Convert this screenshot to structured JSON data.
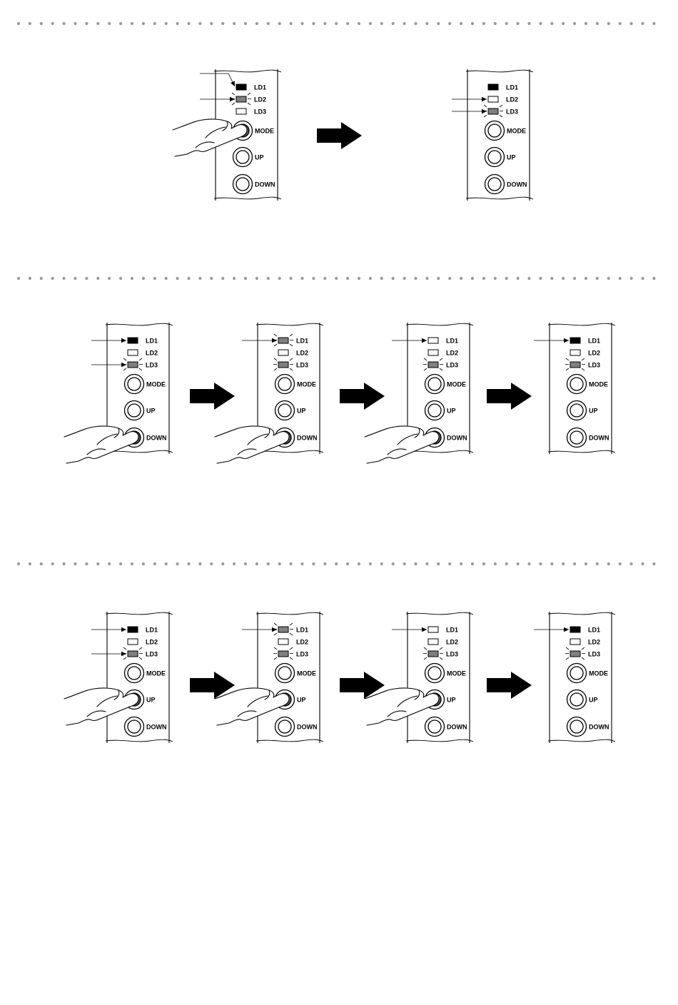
{
  "colors": {
    "ink": "#000000",
    "lit": "#7f7f7f",
    "off": "#ffffff",
    "paper": "#ffffff"
  },
  "labels": {
    "ld1": "LD1",
    "ld2": "LD2",
    "ld3": "LD3",
    "mode": "MODE",
    "up": "UP",
    "down": "DOWN"
  },
  "sections": [
    {
      "name": "mode-section",
      "steps": [
        {
          "pressed": "mode",
          "leds": {
            "ld1": "on",
            "ld2": "blink",
            "ld3": "off"
          },
          "pointers": [
            "ld1",
            "ld2"
          ]
        },
        {
          "pressed": null,
          "leds": {
            "ld1": "on",
            "ld2": "off",
            "ld3": "blink"
          },
          "pointers": [
            "ld2",
            "ld3"
          ]
        }
      ]
    },
    {
      "name": "down-section",
      "steps": [
        {
          "pressed": "down",
          "leds": {
            "ld1": "on",
            "ld2": "off",
            "ld3": "blink"
          },
          "pointers": [
            "ld1",
            "ld3"
          ]
        },
        {
          "pressed": "down",
          "leds": {
            "ld1": "blink",
            "ld2": "off",
            "ld3": "blink"
          },
          "pointers": [
            "ld1"
          ]
        },
        {
          "pressed": "down",
          "leds": {
            "ld1": "off",
            "ld2": "off",
            "ld3": "blink"
          },
          "pointers": [
            "ld1"
          ]
        },
        {
          "pressed": null,
          "leds": {
            "ld1": "on",
            "ld2": "off",
            "ld3": "blink"
          },
          "pointers": [
            "ld1"
          ]
        }
      ]
    },
    {
      "name": "up-section",
      "steps": [
        {
          "pressed": "up",
          "leds": {
            "ld1": "on",
            "ld2": "off",
            "ld3": "blink"
          },
          "pointers": [
            "ld1",
            "ld3"
          ]
        },
        {
          "pressed": "up",
          "leds": {
            "ld1": "blink",
            "ld2": "off",
            "ld3": "blink"
          },
          "pointers": [
            "ld1"
          ]
        },
        {
          "pressed": "up",
          "leds": {
            "ld1": "off",
            "ld2": "off",
            "ld3": "blink"
          },
          "pointers": [
            "ld1"
          ]
        },
        {
          "pressed": null,
          "leds": {
            "ld1": "on",
            "ld2": "off",
            "ld3": "blink"
          },
          "pointers": [
            "ld1"
          ]
        }
      ]
    }
  ]
}
